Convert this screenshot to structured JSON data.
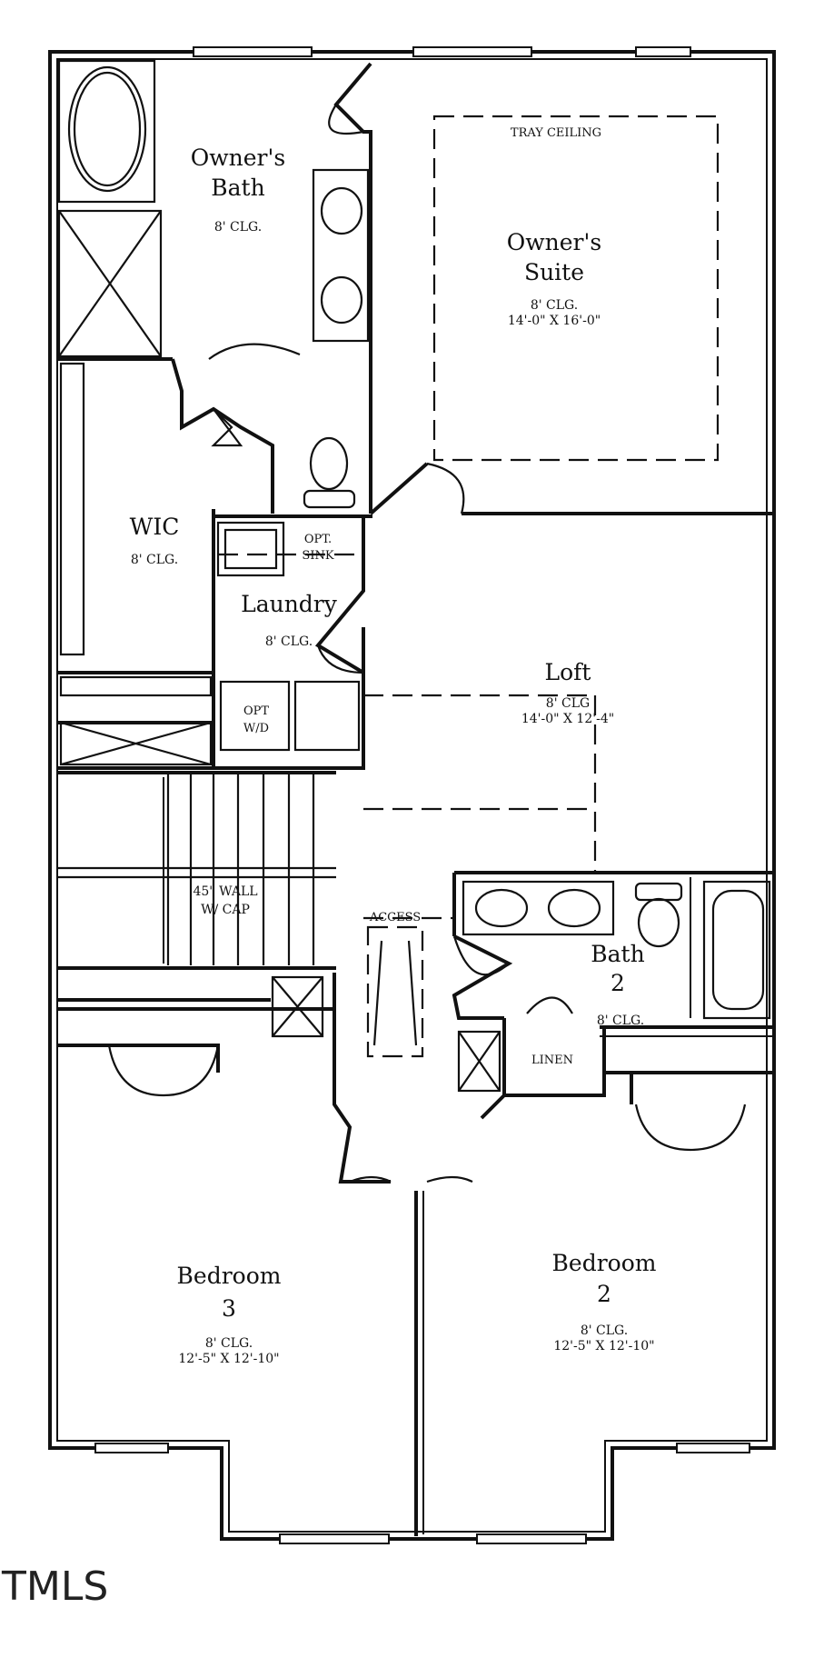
{
  "rooms": {
    "owners_bath": {
      "name_line1": "Owner's",
      "name_line2": "Bath",
      "ceiling": "8' CLG."
    },
    "owners_suite": {
      "tray_ceiling": "TRAY CEILING",
      "name_line1": "Owner's",
      "name_line2": "Suite",
      "ceiling": "8' CLG.",
      "size": "14'-0\" X 16'-0\""
    },
    "wic": {
      "name": "WIC",
      "ceiling": "8' CLG."
    },
    "laundry": {
      "name": "Laundry",
      "ceiling": "8' CLG.",
      "opt_sink_line1": "OPT.",
      "opt_sink_line2": "SINK",
      "opt_wd_line1": "OPT",
      "opt_wd_line2": "W/D"
    },
    "loft": {
      "name": "Loft",
      "ceiling": "8' CLG",
      "size": "14'-0\" X 12'-4\""
    },
    "stair": {
      "wall_line1": "45\" WALL",
      "wall_line2": "W/ CAP",
      "access": "ACCESS"
    },
    "bath2": {
      "name_line1": "Bath",
      "name_line2": "2",
      "ceiling": "8' CLG.",
      "linen": "LINEN"
    },
    "bedroom3": {
      "name_line1": "Bedroom",
      "name_line2": "3",
      "ceiling": "8' CLG.",
      "size": "12'-5\" X 12'-10\""
    },
    "bedroom2": {
      "name_line1": "Bedroom",
      "name_line2": "2",
      "ceiling": "8' CLG.",
      "size": "12'-5\" X 12'-10\""
    }
  },
  "watermark": "TMLS"
}
